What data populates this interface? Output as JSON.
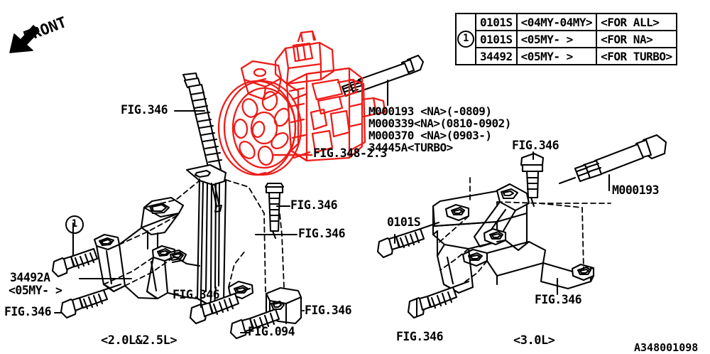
{
  "diagram": {
    "watermark": "A348001098",
    "front_arrow_label": "FRONT",
    "colors": {
      "highlight": "#ee1c18",
      "line": "#000000",
      "background": "#ffffff"
    }
  },
  "legend_table": {
    "callout": "1",
    "rows": [
      {
        "part": "0101S",
        "range": "<04MY-04MY>",
        "scope": "<FOR ALL>"
      },
      {
        "part": "0101S",
        "range": "<05MY-      >",
        "scope": "<FOR NA>"
      },
      {
        "part": "34492",
        "range": "<05MY-      >",
        "scope": "<FOR TURBO>"
      }
    ]
  },
  "labels": {
    "pump_fig": "FIG.348-2.3",
    "pump_bolt_list": [
      "M000193 <NA>(-0809)",
      "M000339<NA>(0810-0902)",
      "M000370 <NA>(0903-)",
      "34445A<TURBO>"
    ],
    "left_long_bolt": "FIG.346",
    "left_bracket_bolt_1": "FIG.346",
    "left_bracket_bolt_2": "FIG.346",
    "left_lower_bolt_a": "FIG.346",
    "left_lower_bolt_b": "FIG.346",
    "left_lower_bolt_c": "FIG.094",
    "left_part_number": "34492A",
    "left_part_range": "<05MY-      >",
    "left_side_bolt": "FIG.346",
    "left_caption": "<2.0L&2.5L>",
    "right_top_bolt": "FIG.346",
    "right_long_bolt": "M000193",
    "right_side_bolt": "0101S",
    "right_lower_bolt": "FIG.346",
    "right_bracket_bolt": "FIG.346",
    "right_caption": "<3.0L>"
  },
  "callouts": {
    "left_circle": "1"
  }
}
